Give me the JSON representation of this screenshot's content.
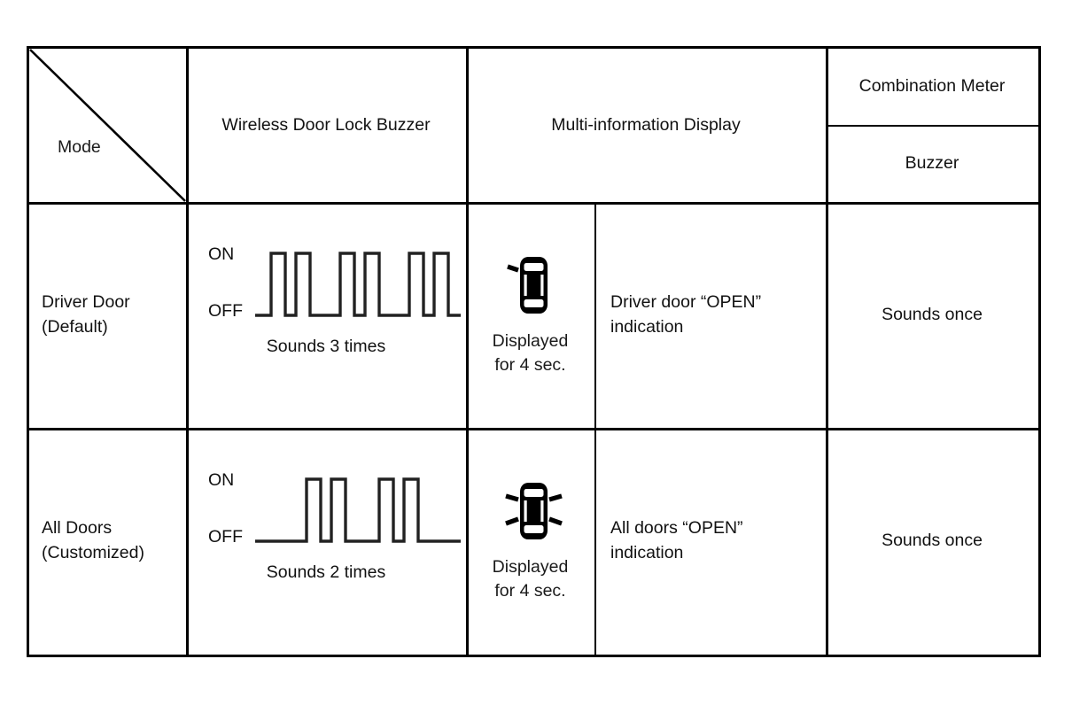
{
  "table": {
    "corner": {
      "mode_label": "Mode",
      "diagonal": true
    },
    "headers": {
      "wireless_buzzer": "Wireless Door Lock Buzzer",
      "mid_display": "Multi-information Display",
      "combination_meter": "Combination Meter",
      "buzzer": "Buzzer"
    },
    "rows": [
      {
        "mode_line1": "Driver Door",
        "mode_line2": "(Default)",
        "wave": {
          "on_label": "ON",
          "off_label": "OFF",
          "caption": "Sounds 3 times",
          "pulse_count": 6,
          "groups": 3
        },
        "display_icon": "car-driver-door-open-icon",
        "display_caption": "Displayed\nfor 4 sec.",
        "indication_line1": "Driver door “OPEN”",
        "indication_line2": "indication",
        "meter_buzzer": "Sounds once"
      },
      {
        "mode_line1": "All Doors",
        "mode_line2": "(Customized)",
        "wave": {
          "on_label": "ON",
          "off_label": "OFF",
          "caption": "Sounds 2 times",
          "pulse_count": 4,
          "groups": 2
        },
        "display_icon": "car-all-doors-open-icon",
        "display_caption": "Displayed\nfor 4 sec.",
        "indication_line1": "All doors “OPEN”",
        "indication_line2": "indication",
        "meter_buzzer": "Sounds once"
      }
    ]
  },
  "colors": {
    "line": "#000000",
    "text": "#111111",
    "trace": "#222222",
    "background": "#ffffff"
  }
}
